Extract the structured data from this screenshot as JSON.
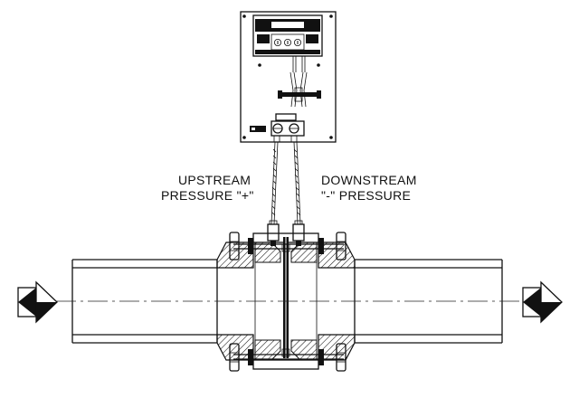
{
  "labels": {
    "upstream_line1": "UPSTREAM",
    "upstream_line2": "PRESSURE \"+\"",
    "downstream_line1": "DOWNSTREAM",
    "downstream_line2": "\"-\" PRESSURE"
  },
  "colors": {
    "line": "#111111",
    "background": "#ffffff",
    "hatch": "#111111"
  },
  "icons": {
    "inlet_arrow": "flow-direction-arrow-icon",
    "outlet_arrow": "flow-direction-arrow-icon"
  }
}
